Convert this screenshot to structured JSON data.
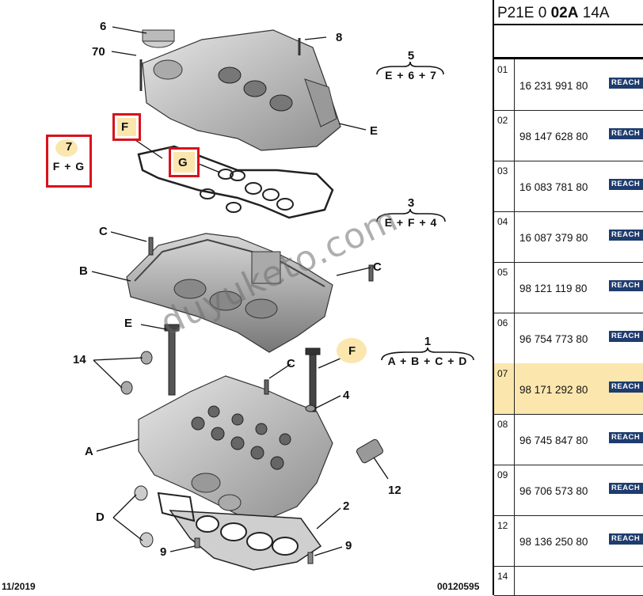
{
  "header": {
    "code_prefix": "P21E 0 ",
    "code_bold": "02A",
    "code_suffix": " 14A"
  },
  "diagram": {
    "callouts": {
      "c6": "6",
      "c70": "70",
      "c8": "8",
      "cE_top": "E",
      "c3_C": "C",
      "cB": "B",
      "cC_right": "C",
      "cE_mid": "E",
      "c14": "14",
      "cC_mid": "C",
      "cF_yellow": "F",
      "c4": "4",
      "cA": "A",
      "c12": "12",
      "cD": "D",
      "c2": "2",
      "c9_left": "9",
      "c9_right": "9",
      "cF_box": "F",
      "cG_box": "G"
    },
    "groups": [
      {
        "number": "5",
        "formula": "E + 6 + 7"
      },
      {
        "number": "3",
        "formula": "E + F + 4"
      },
      {
        "number": "1",
        "formula": "A + B + C + D"
      },
      {
        "number": "7",
        "formula": "F + G"
      }
    ],
    "watermark": "duyuketo.com",
    "footer_date": "11/2019",
    "footer_code": "00120595"
  },
  "parts": [
    {
      "index": "01",
      "ref": "16 231 991 80",
      "badge": "REACH",
      "highlighted": false
    },
    {
      "index": "02",
      "ref": "98 147 628 80",
      "badge": "REACH",
      "highlighted": false
    },
    {
      "index": "03",
      "ref": "16 083 781 80",
      "badge": "REACH",
      "highlighted": false
    },
    {
      "index": "04",
      "ref": "16 087 379 80",
      "badge": "REACH",
      "highlighted": false
    },
    {
      "index": "05",
      "ref": "98 121 119 80",
      "badge": "REACH",
      "highlighted": false
    },
    {
      "index": "06",
      "ref": "96 754 773 80",
      "badge": "REACH",
      "highlighted": false
    },
    {
      "index": "07",
      "ref": "98 171 292 80",
      "badge": "REACH",
      "highlighted": true
    },
    {
      "index": "08",
      "ref": "96 745 847 80",
      "badge": "REACH",
      "highlighted": false
    },
    {
      "index": "09",
      "ref": "96 706 573 80",
      "badge": "REACH",
      "highlighted": false
    },
    {
      "index": "12",
      "ref": "98 136 250 80",
      "badge": "REACH",
      "highlighted": false
    },
    {
      "index": "14",
      "ref": "",
      "badge": "",
      "highlighted": false
    }
  ],
  "colors": {
    "highlight": "#fbe6ad",
    "box_border": "#d9121b",
    "badge_bg": "#1e3c6e"
  }
}
